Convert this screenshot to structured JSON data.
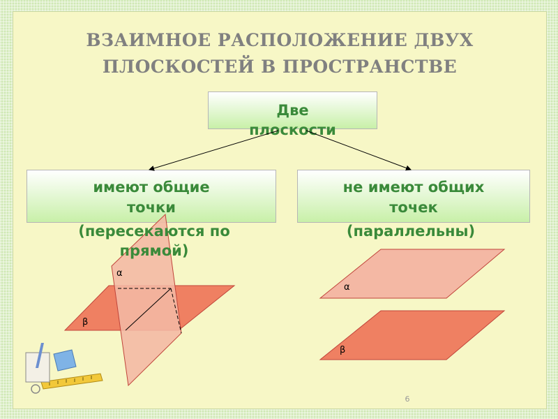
{
  "title": {
    "line1": "ВЗАИМНОЕ РАСПОЛОЖЕНИЕ ДВУХ",
    "line2": "ПЛОСКОСТЕЙ В ПРОСТРАНСТВЕ"
  },
  "root_box": {
    "line1": "Две",
    "line2": "плоскости"
  },
  "left_box": {
    "line1": "имеют общие",
    "line2": "точки"
  },
  "right_box": {
    "line1": "не имеют общих",
    "line2": "точек"
  },
  "left_caption": {
    "line1": "(пересекаются по",
    "line2": "прямой)"
  },
  "right_caption": {
    "line1": "(параллельны)"
  },
  "labels": {
    "alpha_left": "α",
    "beta_left": "β",
    "alpha_right": "α",
    "beta_right": "β"
  },
  "page_number": "6",
  "colors": {
    "title": "#808080",
    "box_text": "#3a8a3a",
    "plane_light": "#f4b8a4",
    "plane_dark": "#ef8062"
  }
}
